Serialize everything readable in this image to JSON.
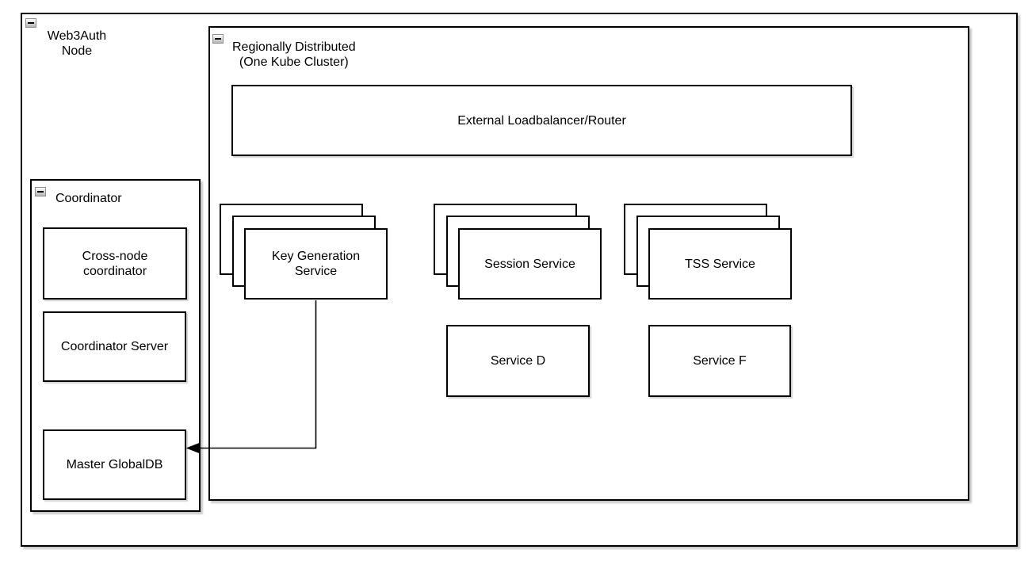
{
  "diagram": {
    "outer_container": {
      "title": "Web3Auth\nNode"
    },
    "region_container": {
      "title": "Regionally Distributed\n(One Kube Cluster)",
      "loadbalancer": {
        "label": "External Loadbalancer/Router"
      },
      "stacks": [
        {
          "label": "Key Generation\nService"
        },
        {
          "label": "Session Service"
        },
        {
          "label": "TSS Service"
        }
      ],
      "services": [
        {
          "label": "Service D"
        },
        {
          "label": "Service F"
        }
      ]
    },
    "coordinator_container": {
      "title": "Coordinator",
      "boxes": [
        {
          "label": "Cross-node\ncoordinator"
        },
        {
          "label": "Coordinator Server"
        },
        {
          "label": "Master GlobalDB"
        }
      ]
    },
    "edges": [
      {
        "from": "Key Generation Service",
        "to": "Master GlobalDB",
        "style": "orthogonal-arrow"
      }
    ],
    "colors": {
      "shape_border": "#000000",
      "shape_fill": "#ffffff",
      "canvas": "#ffffff",
      "shadow": "#c9c9c9",
      "collapse_btn_border": "#919191"
    }
  }
}
